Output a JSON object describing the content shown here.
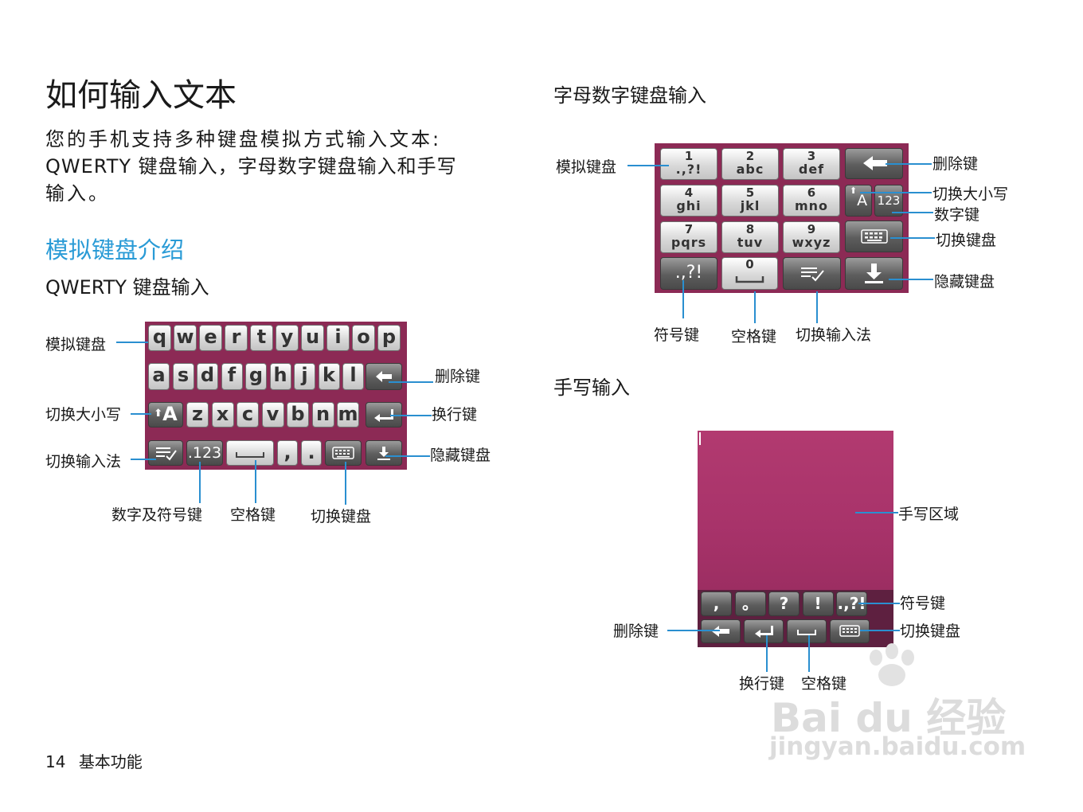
{
  "title": "如何输入文本",
  "intro": {
    "line1": "您的手机支持多种键盘模拟方式输入文本:",
    "line2": "QWERTY 键盘输入，字母数字键盘输入和手写",
    "line3": "输入。"
  },
  "subhead": "模拟键盘介绍",
  "qwerty": {
    "heading": "QWERTY 键盘输入",
    "row1": [
      "q",
      "w",
      "e",
      "r",
      "t",
      "y",
      "u",
      "i",
      "o",
      "p"
    ],
    "row2": [
      "a",
      "s",
      "d",
      "f",
      "g",
      "h",
      "j",
      "k",
      "l"
    ],
    "row3": [
      "z",
      "x",
      "c",
      "v",
      "b",
      "n",
      "m"
    ],
    "shift_key": "A",
    "num_key": ".123",
    "comma_key": ",",
    "period_key": ".",
    "labels": {
      "virtual_keyboard": "模拟键盘",
      "shift": "切换大小写",
      "switch_input": "切换输入法",
      "delete": "删除键",
      "enter": "换行键",
      "hide": "隐藏键盘",
      "num_symbol": "数字及符号键",
      "space": "空格键",
      "switch_keyboard": "切换键盘"
    }
  },
  "alnum": {
    "heading": "字母数字键盘输入",
    "keys": [
      {
        "n": "1",
        "s": ".,?!"
      },
      {
        "n": "2",
        "s": "abc"
      },
      {
        "n": "3",
        "s": "def"
      },
      {
        "n": "4",
        "s": "ghi"
      },
      {
        "n": "5",
        "s": "jkl"
      },
      {
        "n": "6",
        "s": "mno"
      },
      {
        "n": "7",
        "s": "pqrs"
      },
      {
        "n": "8",
        "s": "tuv"
      },
      {
        "n": "9",
        "s": "wxyz"
      }
    ],
    "zero_key": "0",
    "symbol_key": ".,?!",
    "shift_key": "A",
    "num_key": "123",
    "labels": {
      "virtual_keyboard": "模拟键盘",
      "delete": "删除键",
      "shift": "切换大小写",
      "number": "数字键",
      "switch_keyboard": "切换键盘",
      "hide": "隐藏键盘",
      "symbol": "符号键",
      "space": "空格键",
      "switch_input": "切换输入法"
    }
  },
  "handwriting": {
    "heading": "手写输入",
    "symbol_keys": [
      ",",
      "。",
      "?",
      "!",
      ".,?!"
    ],
    "labels": {
      "area": "手写区域",
      "symbol": "符号键",
      "switch_keyboard": "切换键盘",
      "delete": "删除键",
      "enter": "换行键",
      "space": "空格键"
    }
  },
  "footer": {
    "page": "14",
    "section": "基本功能"
  },
  "watermark": {
    "brand": "Bai du 经验",
    "url": "jingyan.baidu.com"
  }
}
